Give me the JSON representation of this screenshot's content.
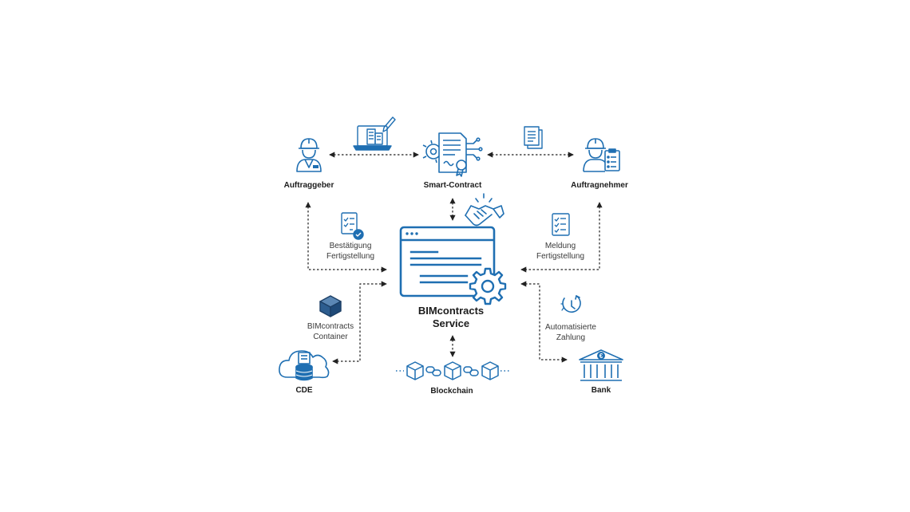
{
  "colors": {
    "accent": "#1f6fb2",
    "dark": "#1c1c1c",
    "arrow": "#222222"
  },
  "nodes": {
    "auftraggeber": "Auftraggeber",
    "smart_contract": "Smart-Contract",
    "auftragnehmer": "Auftragnehmer",
    "service_line1": "BIMcontracts",
    "service_line2": "Service",
    "cde": "CDE",
    "blockchain": "Blockchain",
    "bank": "Bank"
  },
  "annotations": {
    "bestaetigung_line1": "Bestätigung",
    "bestaetigung_line2": "Fertigstellung",
    "meldung_line1": "Meldung",
    "meldung_line2": "Fertigstellung",
    "container_line1": "BIMcontracts",
    "container_line2": "Container",
    "zahlung_line1": "Automatisierte",
    "zahlung_line2": "Zahlung"
  },
  "icons": [
    "worker-icon",
    "building-plan-icon",
    "smart-contract-icon",
    "documents-icon",
    "worker-checklist-icon",
    "handshake-icon",
    "checklist-check-icon",
    "checklist-icon",
    "browser-gear-icon",
    "cube-icon",
    "cloud-database-icon",
    "blockchain-icon",
    "clock-refresh-icon",
    "bank-euro-icon"
  ]
}
